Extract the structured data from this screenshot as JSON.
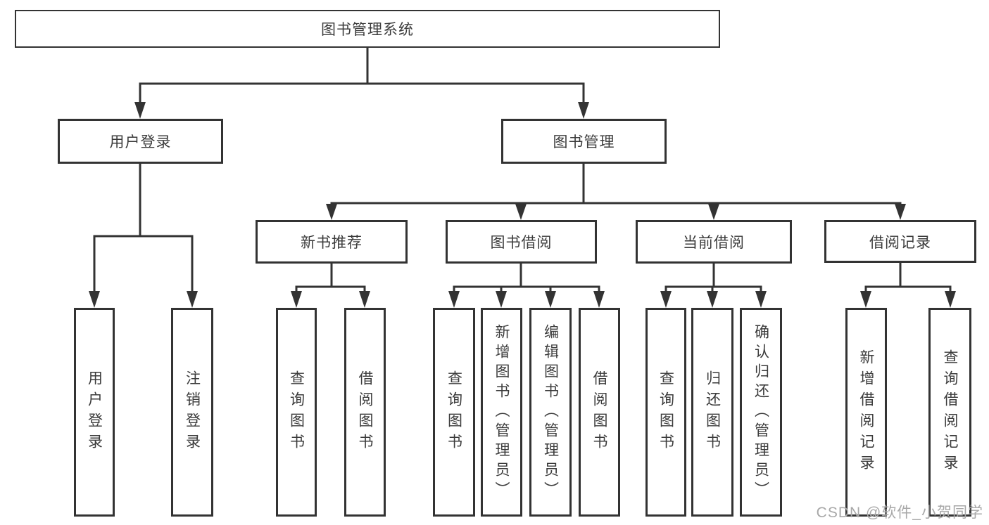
{
  "colors": {
    "line": "#333333",
    "text": "#3b3b3b",
    "background": "#ffffff",
    "watermark": "#a8a8a8"
  },
  "watermark": "CSDN @软件_小贺同学",
  "nodes": {
    "root": {
      "label": "图书管理系统"
    },
    "user_login": {
      "label": "用户登录"
    },
    "book_mgmt": {
      "label": "图书管理"
    },
    "new_book_rec": {
      "label": "新书推荐"
    },
    "book_borrow": {
      "label": "图书借阅"
    },
    "current_borrow": {
      "label": "当前借阅"
    },
    "borrow_record": {
      "label": "借阅记录"
    },
    "leaf_user_login": {
      "label": "用户登录"
    },
    "leaf_logout": {
      "label": "注销登录"
    },
    "leaf_nb_query": {
      "label": "查询图书"
    },
    "leaf_nb_borrow": {
      "label": "借阅图书"
    },
    "leaf_bb_query": {
      "label": "查询图书"
    },
    "leaf_bb_add": {
      "label": "新增图书（管理员）"
    },
    "leaf_bb_edit": {
      "label": "编辑图书（管理员）"
    },
    "leaf_bb_borrow": {
      "label": "借阅图书"
    },
    "leaf_cb_query": {
      "label": "查询图书"
    },
    "leaf_cb_return": {
      "label": "归还图书"
    },
    "leaf_cb_confirm": {
      "label": "确认归还（管理员）"
    },
    "leaf_br_add": {
      "label": "新增借阅记录"
    },
    "leaf_br_query": {
      "label": "查询借阅记录"
    }
  },
  "hierarchy": {
    "图书管理系统": {
      "用户登录": [
        "用户登录",
        "注销登录"
      ],
      "图书管理": {
        "新书推荐": [
          "查询图书",
          "借阅图书"
        ],
        "图书借阅": [
          "查询图书",
          "新增图书（管理员）",
          "编辑图书（管理员）",
          "借阅图书"
        ],
        "当前借阅": [
          "查询图书",
          "归还图书",
          "确认归还（管理员）"
        ],
        "借阅记录": [
          "新增借阅记录",
          "查询借阅记录"
        ]
      }
    }
  }
}
